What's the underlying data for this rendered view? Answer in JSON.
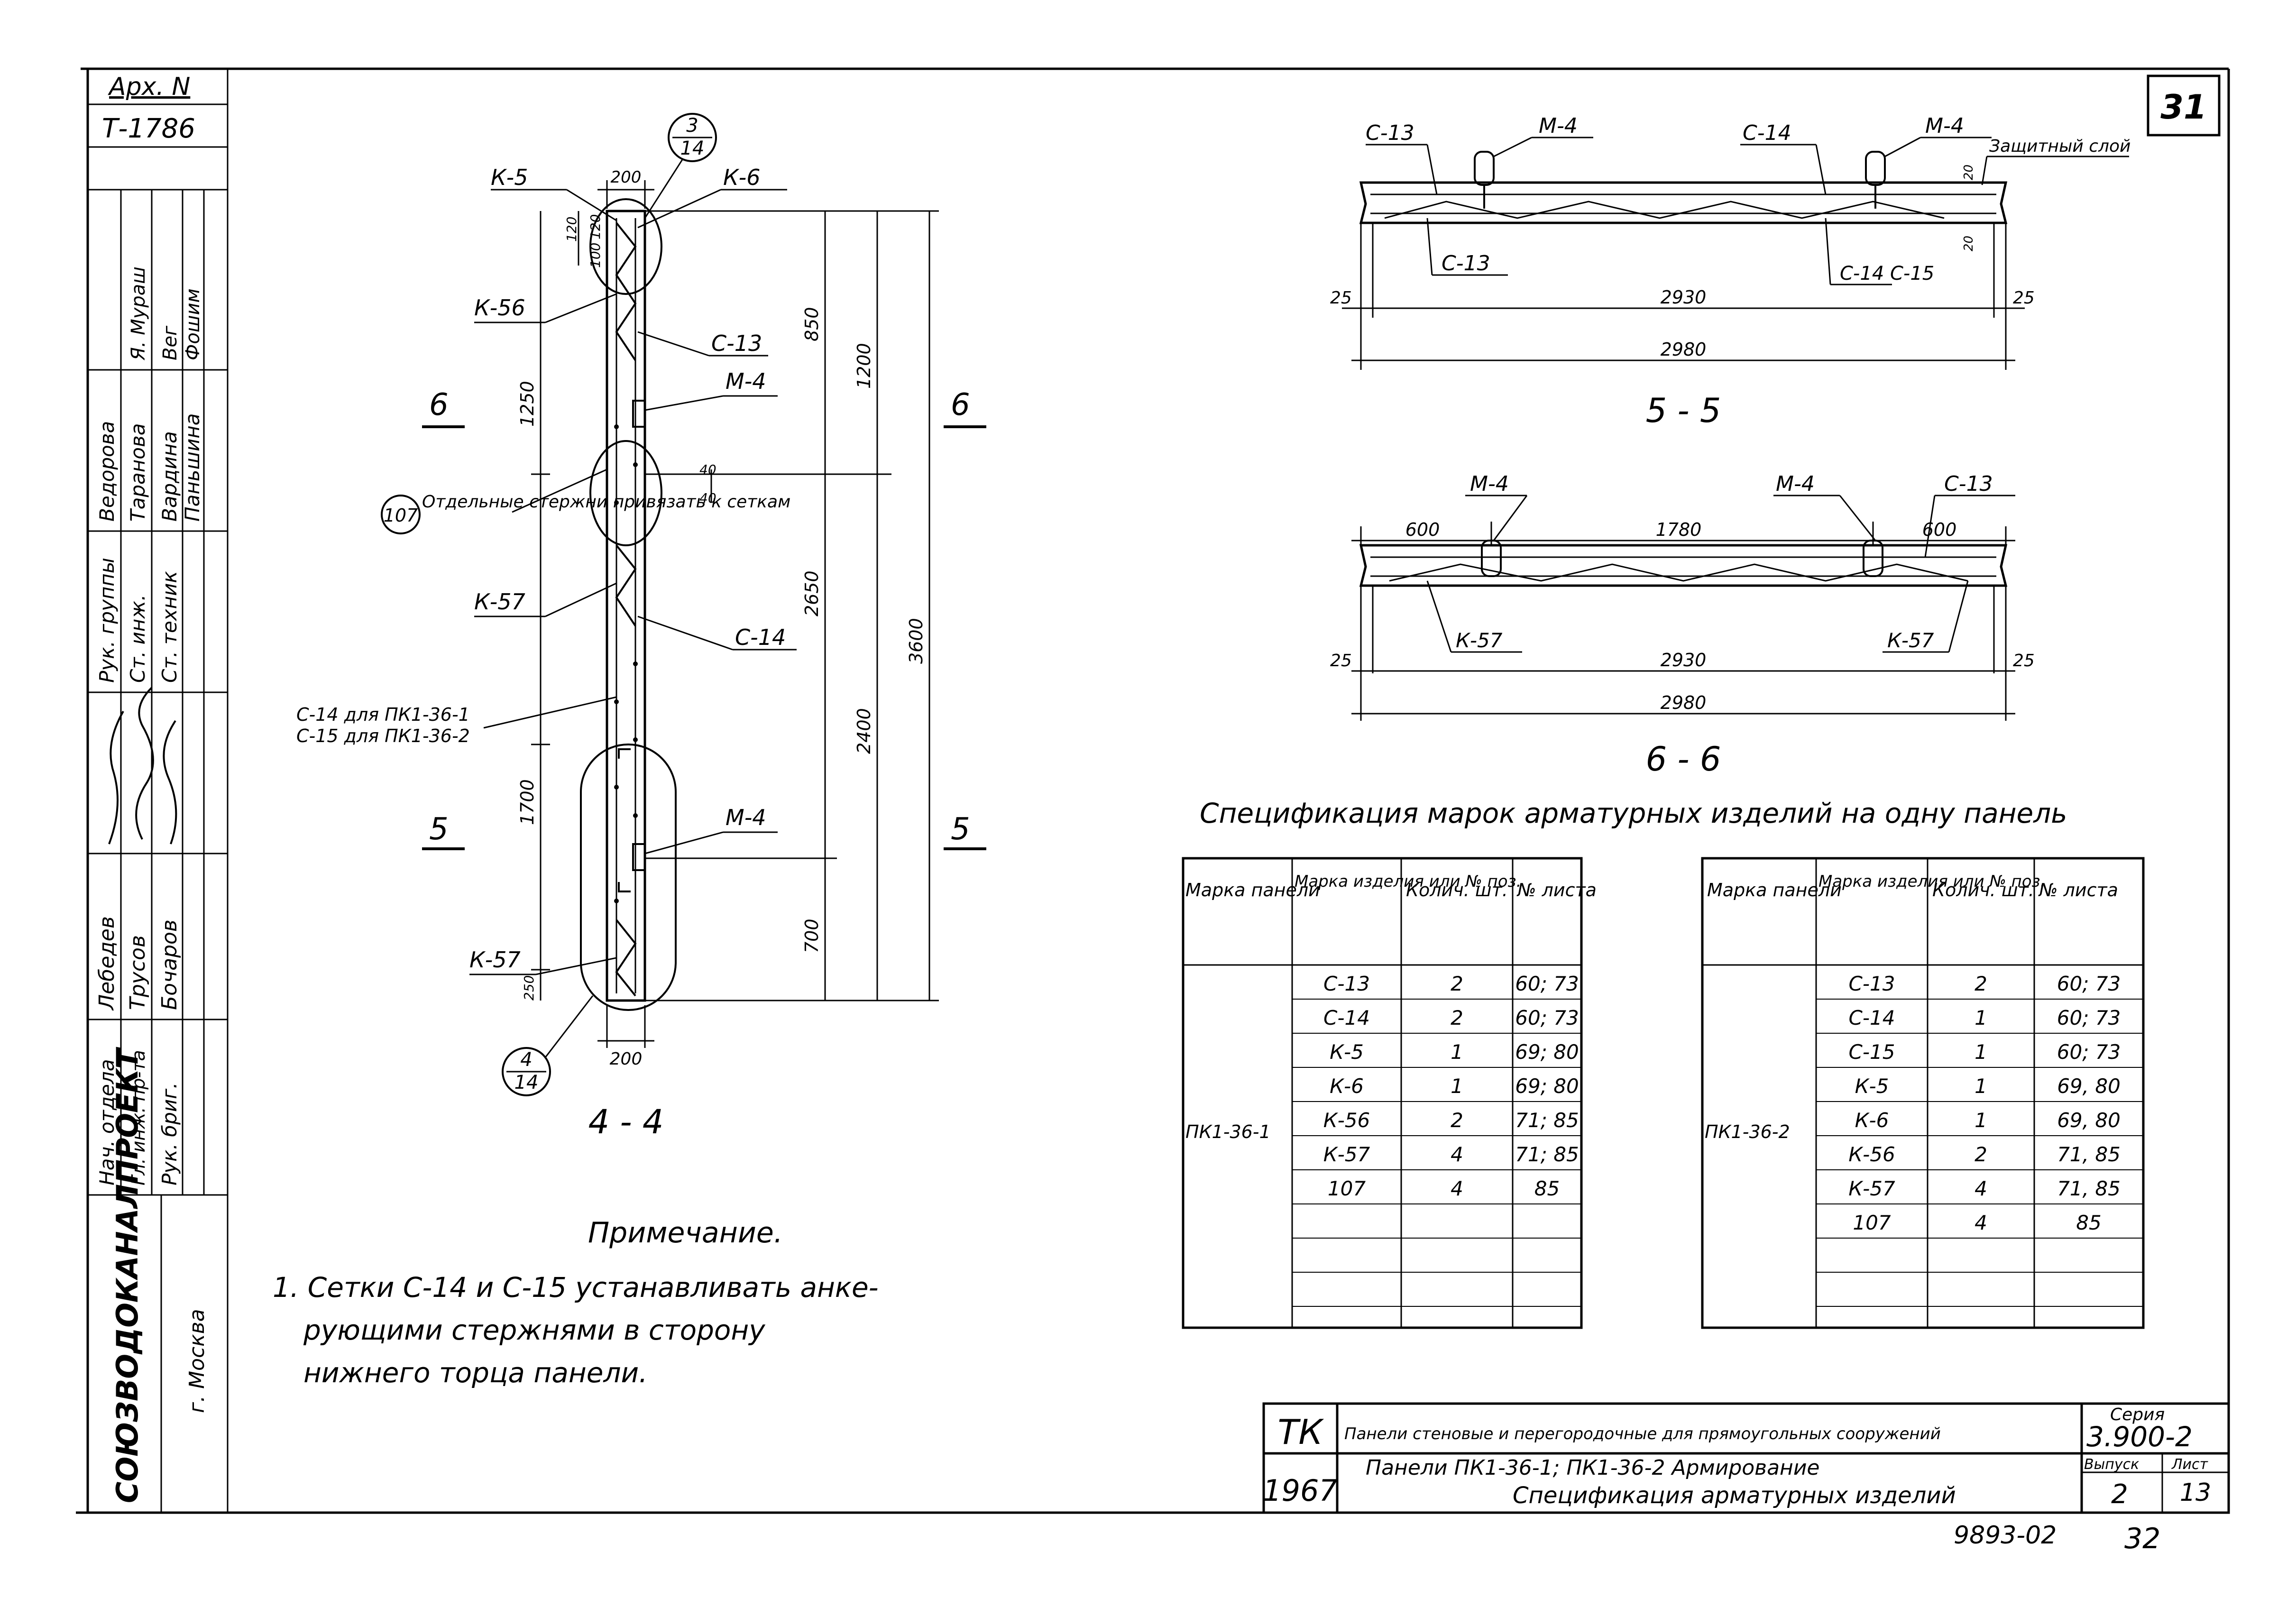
{
  "archive": {
    "label": "Арх. N",
    "number": "Т-1786"
  },
  "sheet_number": "31",
  "left_stamp": {
    "roles": [
      "Нач. отдела",
      "Гл. инж. пр-та",
      "Рук. бриг.",
      "",
      "Рук. группы",
      "Ст. инж.",
      "Ст. техник"
    ],
    "names": [
      "Лебедев",
      "Трусов",
      "Бочаров",
      "",
      "Ведорова",
      "Таранова",
      "Вардина",
      "Паньшина"
    ],
    "signature_marks": [
      "Я. Мураш",
      "Фошим",
      "Вег"
    ],
    "organization": "СОЮЗВОДОКАНАЛПРОЕКТ",
    "city": "г. Москва"
  },
  "section_44": {
    "title": "4 - 4",
    "cut_mark": "6",
    "cut_mark_lower": "5",
    "callout_top": {
      "num": "3",
      "den": "14"
    },
    "callout_bottom": {
      "num": "4",
      "den": "14"
    },
    "callout_107": "107",
    "labels": {
      "k5": "К-5",
      "k6": "К-6",
      "k56": "К-56",
      "c13": "С-13",
      "m4": "М-4",
      "note107": "Отдельные стержни привязать к сеткам",
      "k57": "К-57",
      "c14": "С-14",
      "c14pk1": "С-14 для ПК1-36-1",
      "c15pk2": "С-15 для ПК1-36-2",
      "m4b": "М-4",
      "k57b": "К-57"
    },
    "dims": {
      "top": "200",
      "bottom": "200",
      "d1": "850",
      "d2": "1250",
      "d3": "1200",
      "d4": "2650",
      "d5": "3600",
      "d6": "2400",
      "d7": "1700",
      "d8": "700",
      "d9": "120",
      "d10": "120",
      "d11": "100",
      "d12": "40",
      "d13": "40",
      "d14": "250"
    }
  },
  "section_55": {
    "title": "5 - 5",
    "labels": {
      "c13": "С-13",
      "m4a": "М-4",
      "c14": "С-14",
      "m4b": "М-4",
      "protect": "Защитный слой",
      "c13b": "С-13",
      "c14c15": "С-14 С-15"
    },
    "dims": {
      "left": "25",
      "inner": "2930",
      "right": "25",
      "total": "2980",
      "cover1": "20",
      "cover2": "20"
    }
  },
  "section_66": {
    "title": "6 - 6",
    "labels": {
      "m4a": "М-4",
      "m4b": "М-4",
      "c13": "С-13",
      "k57a": "К-57",
      "k57b": "К-57"
    },
    "dims": {
      "a": "600",
      "b": "1780",
      "c": "600",
      "left": "25",
      "inner": "2930",
      "right": "25",
      "total": "2980"
    }
  },
  "spec": {
    "title": "Спецификация марок арматурных изделий на одну панель",
    "headers": [
      "Марка панели",
      "Марка изделия или № поз.",
      "Колич. шт.",
      "№ листа"
    ],
    "tables": [
      {
        "panel": "ПК1-36-1",
        "rows": [
          [
            "С-13",
            "2",
            "60; 73"
          ],
          [
            "С-14",
            "2",
            "60; 73"
          ],
          [
            "К-5",
            "1",
            "69; 80"
          ],
          [
            "К-6",
            "1",
            "69; 80"
          ],
          [
            "К-56",
            "2",
            "71; 85"
          ],
          [
            "К-57",
            "4",
            "71; 85"
          ],
          [
            "107",
            "4",
            "85"
          ]
        ]
      },
      {
        "panel": "ПК1-36-2",
        "rows": [
          [
            "С-13",
            "2",
            "60; 73"
          ],
          [
            "С-14",
            "1",
            "60; 73"
          ],
          [
            "С-15",
            "1",
            "60; 73"
          ],
          [
            "К-5",
            "1",
            "69, 80"
          ],
          [
            "К-6",
            "1",
            "69, 80"
          ],
          [
            "К-56",
            "2",
            "71, 85"
          ],
          [
            "К-57",
            "4",
            "71, 85"
          ],
          [
            "107",
            "4",
            "85"
          ]
        ]
      }
    ]
  },
  "note": {
    "title": "Примечание.",
    "lines": [
      "1. Сетки С-14 и С-15 устанавливать анке-",
      "рующими стержнями в сторону",
      "нижнего торца панели."
    ]
  },
  "title_block": {
    "tk": "ТК",
    "year": "1967",
    "line1": "Панели стеновые и перегородочные для прямоугольных сооружений",
    "line2": "Панели ПК1-36-1; ПК1-36-2 Армирование",
    "line3": "Спецификация арматурных изделий",
    "series_label": "Серия",
    "series": "3.900-2",
    "issue_label": "Выпуск",
    "issue": "2",
    "sheet_label": "Лист",
    "sheet": "13"
  },
  "footer": {
    "code": "9893-02",
    "page": "32"
  }
}
